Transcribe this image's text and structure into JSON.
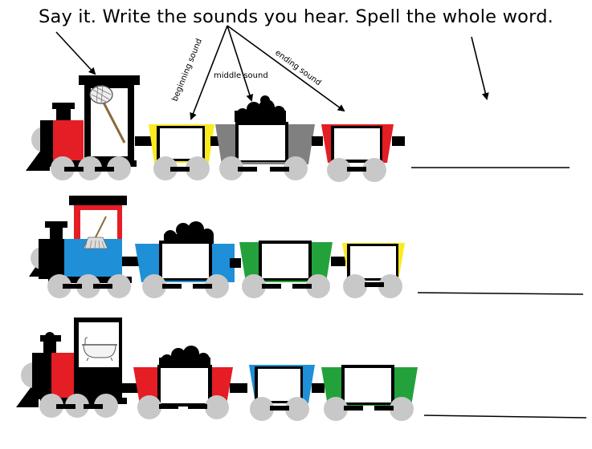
{
  "worksheet": {
    "instructions": "Say it.  Write the sounds you hear.  Spell the whole word.",
    "labels": {
      "beginning": "beginning sound",
      "middle": "middle sound",
      "ending": "ending sound"
    },
    "rows": [
      {
        "picture": "net-icon",
        "cars": [
          "yellow",
          "gray-coal",
          "red"
        ],
        "answer": ""
      },
      {
        "picture": "mop-icon",
        "cars": [
          "blue-coal",
          "green",
          "yellow"
        ],
        "answer": ""
      },
      {
        "picture": "tub-icon",
        "cars": [
          "red-coal",
          "blue",
          "green"
        ],
        "answer": ""
      }
    ],
    "colors": {
      "red": "#e51d24",
      "yellow": "#fbea1f",
      "gray": "#808080",
      "blue": "#1f8fd7",
      "green": "#23a23b",
      "black": "#000000",
      "wheel": "#c8c8c8"
    }
  }
}
